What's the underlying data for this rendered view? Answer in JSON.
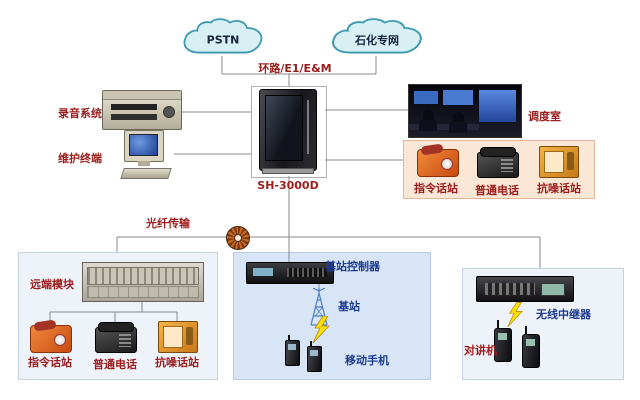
{
  "clouds": {
    "pstn": "PSTN",
    "petro": "石化专网"
  },
  "labels": {
    "trunk": "环路/E1/E&M",
    "cabinet": "SH-3000D",
    "recording": "录音系统",
    "maintenance": "维护终端",
    "dispatch": "调度室",
    "fiber": "光纤传输",
    "remote_module": "远端模块",
    "bsc": "基站控制器",
    "base_station": "基站",
    "mobile": "移动手机",
    "repeater": "无线中继器",
    "walkie": "对讲机"
  },
  "stations": {
    "cmd": "指令话站",
    "phone": "普通电话",
    "noise": "抗噪话站"
  },
  "colors": {
    "label_red": "#9b1c1c",
    "label_navy": "#1c3a8f",
    "box_orange": "#fbe7d5",
    "box_blue": "#d7e5f7",
    "box_light": "#eef3fa",
    "line": "#8a8a8a"
  }
}
